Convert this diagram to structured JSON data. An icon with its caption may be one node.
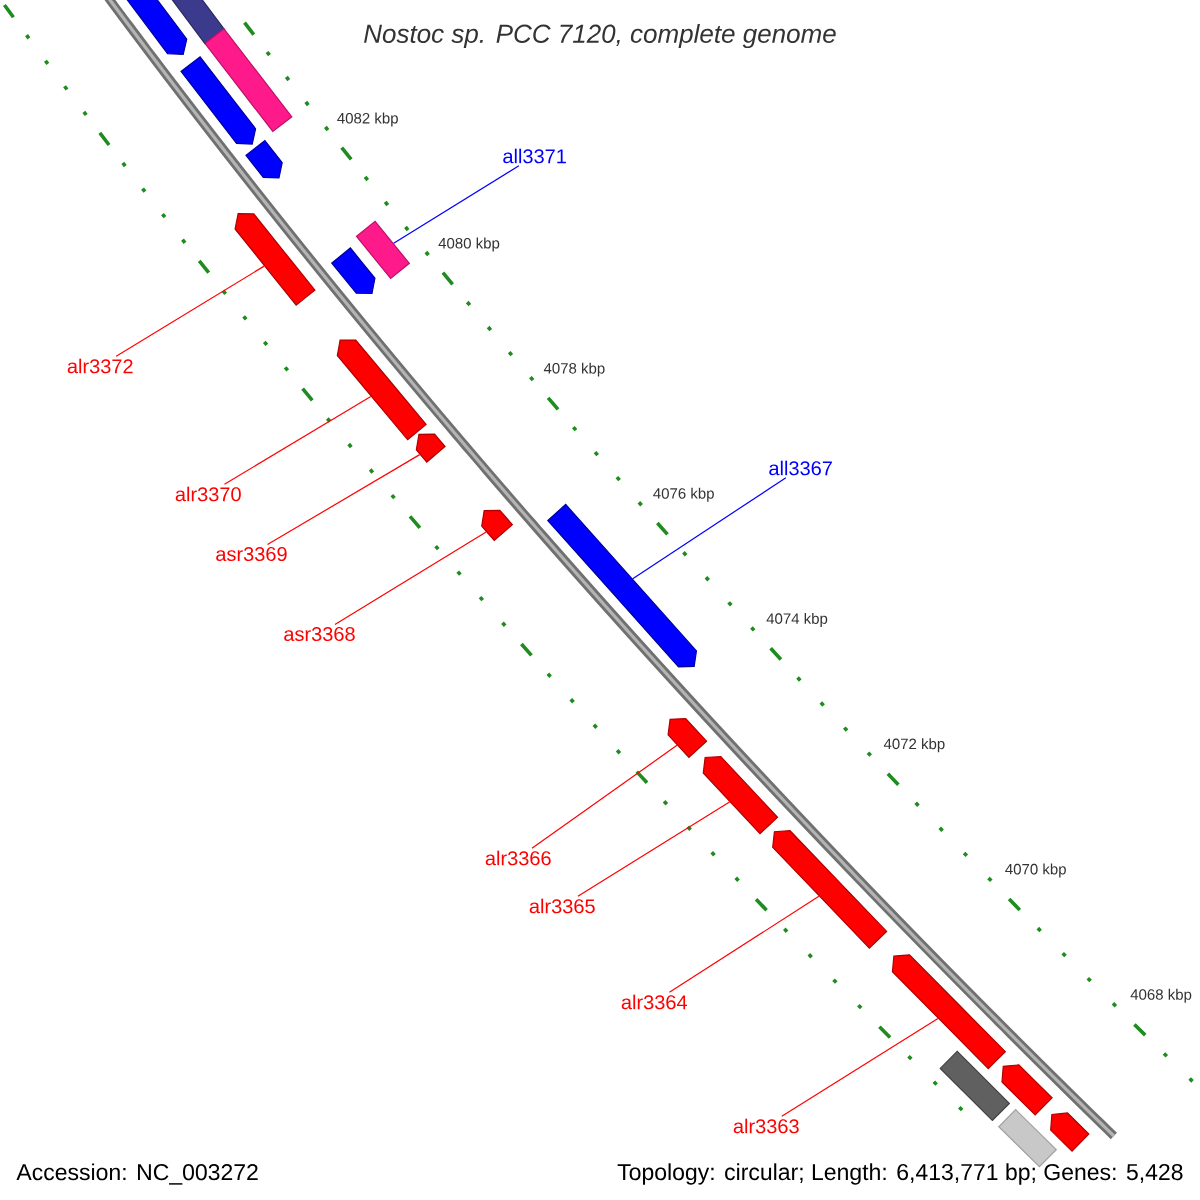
{
  "diagram": {
    "title": "Nostoc sp. PCC 7120, complete genome",
    "nodes": [
      {
        "text": [],
        "shape": "arrow"
      },
      {
        "text": [],
        "shape": "box"
      },
      {
        "text": [],
        "shape": "box"
      },
      {
        "text": [],
        "shape": "arrow"
      },
      {
        "text": [],
        "shape": "arrow"
      },
      {
        "text": [],
        "shape": "box"
      },
      {
        "text": [],
        "shape": "arrow"
      },
      {
        "text": [],
        "shape": "arrow"
      },
      {
        "text": [],
        "shape": "arrow"
      },
      {
        "text": [],
        "shape": "arrow"
      },
      {
        "text": [],
        "shape": "arrow"
      },
      {
        "text": [],
        "shape": "arrow"
      },
      {
        "text": [],
        "shape": "arrow"
      },
      {
        "text": [],
        "shape": "arrow"
      },
      {
        "text": [],
        "shape": "arrow"
      },
      {
        "text": [],
        "shape": "arrow"
      },
      {
        "text": [],
        "shape": "arrow"
      },
      {
        "text": [],
        "shape": "arrow"
      },
      {
        "text": [],
        "shape": "box"
      },
      {
        "text": [],
        "shape": "bar"
      },
      {
        "text": [
          "all3371"
        ]
      },
      {
        "text": [
          "alr3372"
        ]
      },
      {
        "text": [
          "alr3370"
        ]
      },
      {
        "text": [
          "asr3369"
        ]
      },
      {
        "text": [
          "asr3368"
        ]
      },
      {
        "text": [
          "all3367"
        ]
      },
      {
        "text": [
          "alr3366"
        ]
      },
      {
        "text": [
          "alr3365"
        ]
      },
      {
        "text": [
          "alr3364"
        ]
      },
      {
        "text": [
          "alr3363"
        ]
      }
    ],
    "edges": [
      {
        "from": 20,
        "to": 5,
        "arrow": "none",
        "color": "#0000ff"
      },
      {
        "from": 21,
        "to": 7,
        "arrow": "none"
      },
      {
        "from": 22,
        "to": 8,
        "arrow": "none"
      },
      {
        "from": 23,
        "to": 9,
        "arrow": "none"
      },
      {
        "from": 24,
        "to": 10,
        "arrow": "none"
      },
      {
        "from": 25,
        "to": 11,
        "arrow": "none",
        "color": "#0000ff"
      },
      {
        "from": 26,
        "to": 12,
        "arrow": "none"
      },
      {
        "from": 27,
        "to": 13,
        "arrow": "none"
      },
      {
        "from": 28,
        "to": 14,
        "arrow": "none"
      },
      {
        "from": 29,
        "to": 15,
        "arrow": "none"
      }
    ],
    "labels": [
      "4082 kbp",
      "4080 kbp",
      "4078 kbp",
      "4076 kbp",
      "4074 kbp",
      "4072 kbp",
      "4070 kbp",
      "4068 kbp",
      "Accession: NC_003272",
      "Topology: circular; Length: 6,413,771 bp; Genes: 5,428"
    ]
  }
}
